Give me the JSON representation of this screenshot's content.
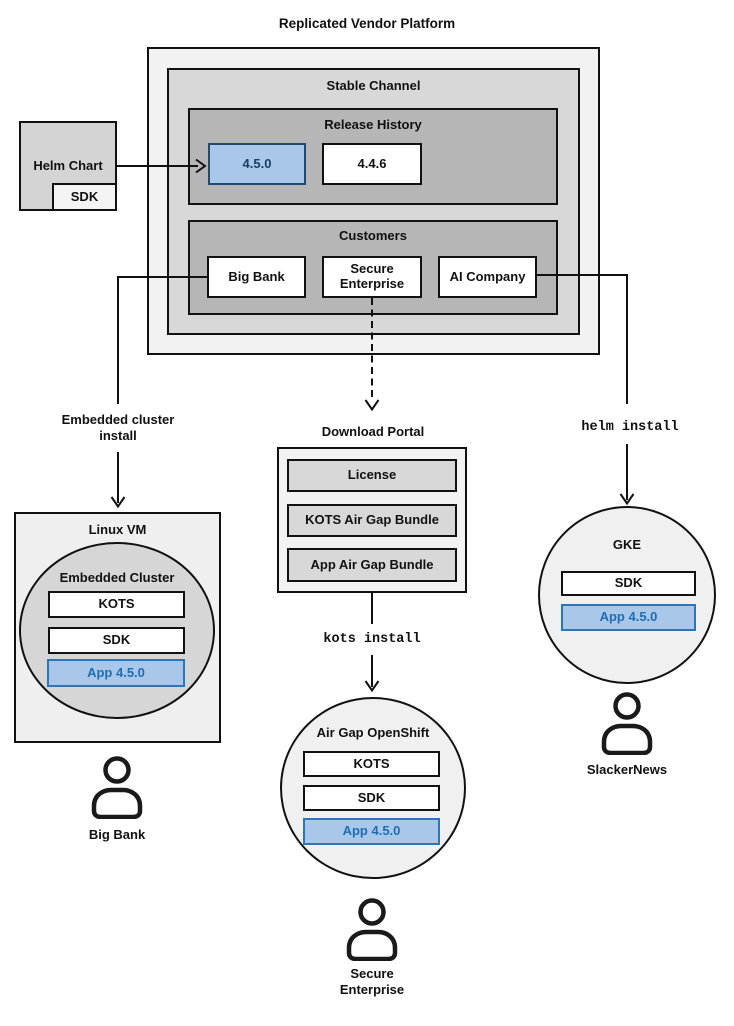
{
  "title": "Replicated Vendor Platform",
  "platform": {
    "stable_channel": {
      "label": "Stable Channel",
      "release_history": {
        "label": "Release History",
        "releases": [
          {
            "version": "4.5.0",
            "highlighted": true
          },
          {
            "version": "4.4.6",
            "highlighted": false
          }
        ]
      },
      "customers": {
        "label": "Customers",
        "items": [
          {
            "name": "Big Bank"
          },
          {
            "name": "Secure Enterprise"
          },
          {
            "name": "AI Company"
          }
        ]
      }
    }
  },
  "helm_chart": {
    "label": "Helm Chart",
    "sdk_label": "SDK"
  },
  "install_flows": {
    "embedded": {
      "arrow_label": "Embedded cluster install",
      "target": {
        "label": "Linux VM",
        "cluster_label": "Embedded Cluster",
        "components": [
          {
            "name": "KOTS",
            "highlighted": false
          },
          {
            "name": "SDK",
            "highlighted": false
          },
          {
            "name": "App 4.5.0",
            "highlighted": true
          }
        ]
      },
      "user": "Big Bank"
    },
    "airgap": {
      "portal": {
        "label": "Download Portal",
        "items": [
          {
            "name": "License"
          },
          {
            "name": "KOTS Air Gap Bundle"
          },
          {
            "name": "App Air Gap Bundle"
          }
        ]
      },
      "arrow_label": "kots install",
      "target": {
        "label": "Air Gap OpenShift",
        "components": [
          {
            "name": "KOTS",
            "highlighted": false
          },
          {
            "name": "SDK",
            "highlighted": false
          },
          {
            "name": "App 4.5.0",
            "highlighted": true
          }
        ]
      },
      "user": "Secure Enterprise"
    },
    "helm": {
      "arrow_label": "helm install",
      "target": {
        "label": "GKE",
        "components": [
          {
            "name": "SDK",
            "highlighted": false
          },
          {
            "name": "App 4.5.0",
            "highlighted": true
          }
        ]
      },
      "user": "SlackerNews"
    }
  },
  "colors": {
    "highlight_fill": "#a9c7e9",
    "highlight_border": "#2e75b6",
    "highlight_text": "#1f6db4",
    "highlight_border_dark": "#25476b",
    "highlight_text_dark": "#1c3f63",
    "line": "#111111"
  }
}
